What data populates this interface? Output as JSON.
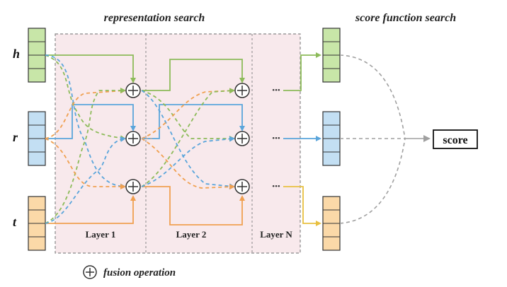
{
  "titles": {
    "representation_search": "representation search",
    "score_function_search": "score function search"
  },
  "inputs": {
    "h": "h",
    "r": "r",
    "t": "t"
  },
  "layers": {
    "layer1": "Layer 1",
    "layer2": "Layer 2",
    "layerN": "Layer N"
  },
  "ellipsis": "•••",
  "score": "score",
  "legend": {
    "fusion_symbol": "⊕",
    "fusion_label": "fusion operation"
  },
  "colors": {
    "h": "#8dbb5a",
    "r": "#5aa5db",
    "t": "#f0a050",
    "h_fill": "#c8e6a8",
    "r_fill": "#c3dff3",
    "t_fill": "#fbd9a8",
    "panel": "#f8e9ec",
    "dash_gray": "#a0a0a0"
  }
}
